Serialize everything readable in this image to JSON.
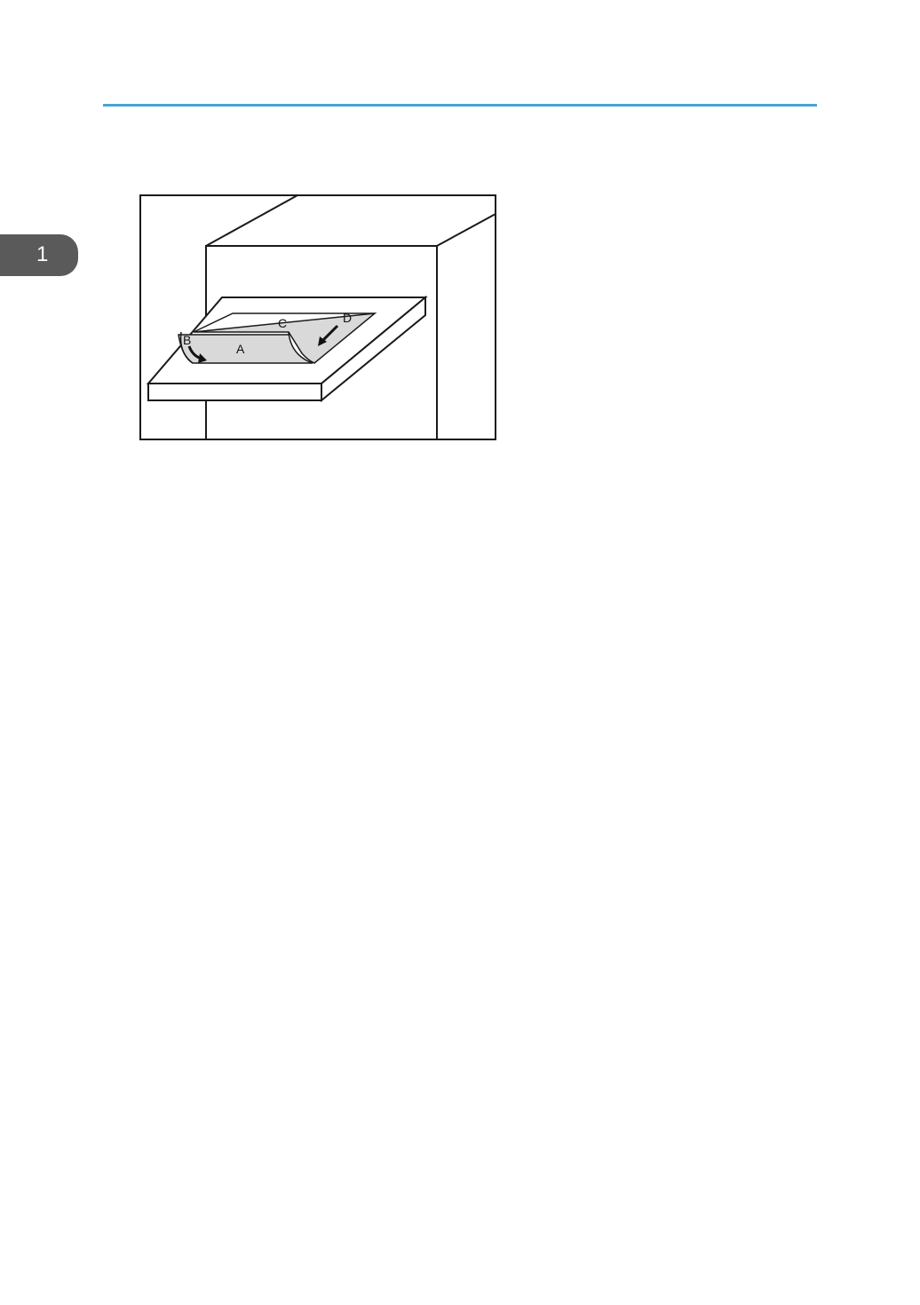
{
  "header": {
    "rule_color": "#4aa3d3"
  },
  "chapter_tab": {
    "number": "1",
    "color": "#5a5a5a"
  },
  "figure": {
    "labels": {
      "a": "A",
      "b": "B",
      "c": "C",
      "d": "D"
    },
    "paper_color": "#d9d9d9"
  }
}
